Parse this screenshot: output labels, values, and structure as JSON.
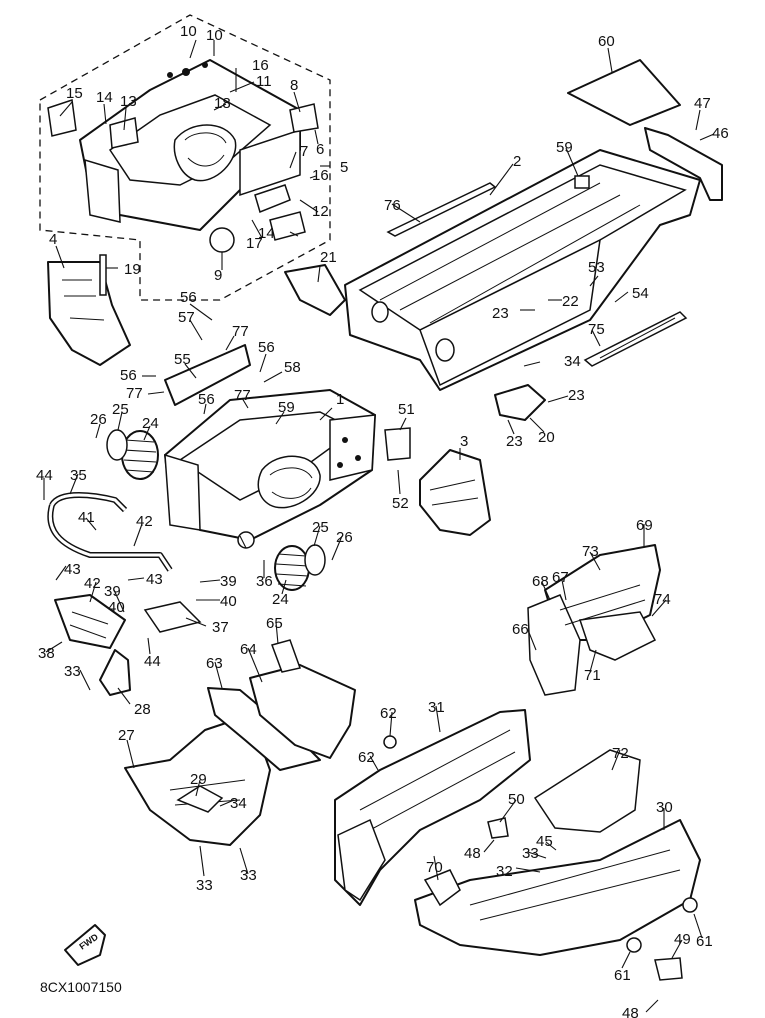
{
  "diagram_code": "8CX1007150",
  "fwd_label": "FWD",
  "part_numbers": [
    "1",
    "2",
    "3",
    "4",
    "5",
    "6",
    "7",
    "8",
    "9",
    "10",
    "11",
    "12",
    "13",
    "14",
    "15",
    "16",
    "17",
    "18",
    "19",
    "20",
    "21",
    "22",
    "23",
    "24",
    "25",
    "26",
    "27",
    "28",
    "29",
    "30",
    "31",
    "32",
    "33",
    "34",
    "35",
    "36",
    "37",
    "38",
    "39",
    "40",
    "41",
    "42",
    "43",
    "44",
    "45",
    "46",
    "47",
    "48",
    "49",
    "50",
    "51",
    "52",
    "53",
    "54",
    "55",
    "56",
    "57",
    "58",
    "59",
    "60",
    "61",
    "62",
    "63",
    "64",
    "65",
    "66",
    "67",
    "68",
    "69",
    "70",
    "71",
    "72",
    "73",
    "74",
    "75",
    "76",
    "77"
  ]
}
